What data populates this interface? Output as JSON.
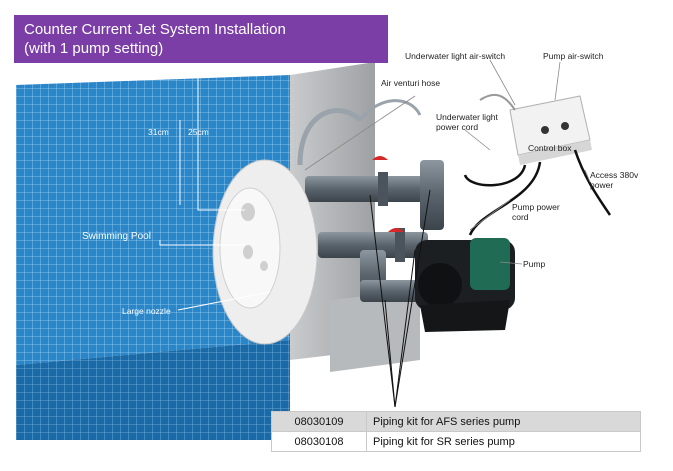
{
  "title": {
    "line1": "Counter Current Jet System Installation",
    "line2": "(with 1 pump setting)"
  },
  "labels": {
    "underwater_light_switch": "Underwater light air-switch",
    "pump_switch": "Pump air-switch",
    "air_venturi_hose": "Air venturi hose",
    "underwater_light_cord_1": "Underwater light",
    "underwater_light_cord_2": "power cord",
    "control_box": "Control box",
    "access_power_1": "Access 380v",
    "access_power_2": "power",
    "pump_power_cord_1": "Pump power",
    "pump_power_cord_2": "cord",
    "pump": "Pump",
    "dim_31": "31cm",
    "dim_25": "25cm",
    "swimming_pool": "Swimming Pool",
    "large_nozzle": "Large nozzle"
  },
  "parts": [
    {
      "code": "08030109",
      "description": "Piping kit for AFS series pump"
    },
    {
      "code": "08030108",
      "description": "Piping kit for SR series pump"
    }
  ],
  "colors": {
    "title_bg": "#7a3ea6",
    "pool_tile": "#1f7fc4",
    "pipe": "#5c6670"
  }
}
